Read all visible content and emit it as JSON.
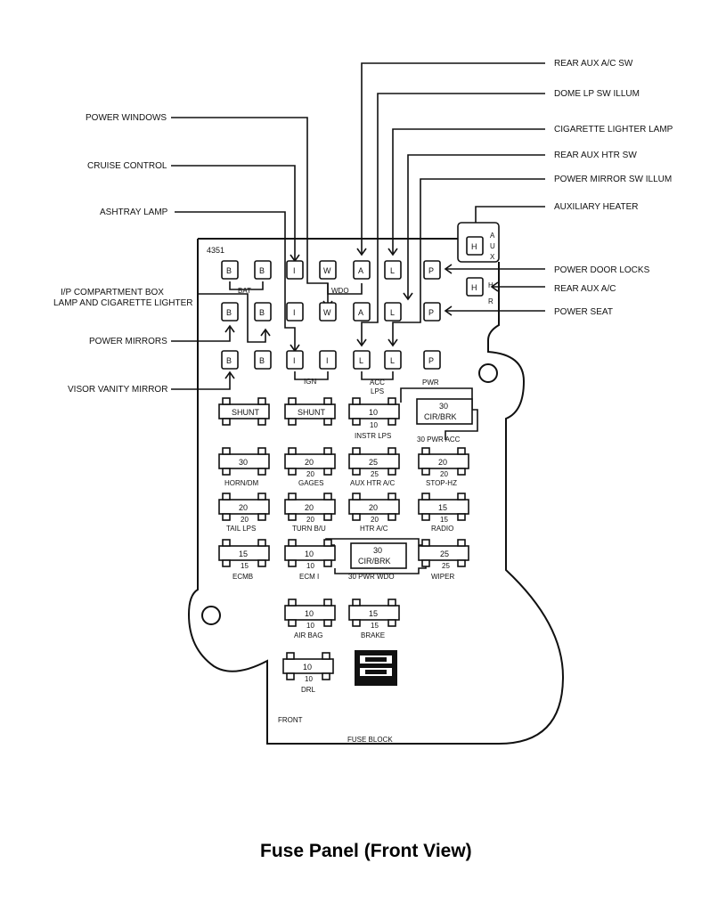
{
  "panel_id": "4351",
  "caption": "Fuse Panel (Front View)",
  "bottom": {
    "front": "FRONT",
    "fuse_block": "FUSE BLOCK"
  },
  "left_labels": {
    "power_windows": "POWER WINDOWS",
    "cruise_control": "CRUISE CONTROL",
    "ashtray_lamp": "ASHTRAY LAMP",
    "ip_compartment_1": "I/P COMPARTMENT BOX",
    "ip_compartment_2": "LAMP AND CIGARETTE LIGHTER",
    "power_mirrors": "POWER MIRRORS",
    "visor_vanity_mirror": "VISOR VANITY MIRROR"
  },
  "right_labels": {
    "rear_aux_ac_sw": "REAR AUX A/C SW",
    "dome_lp_sw_illum": "DOME LP SW ILLUM",
    "cigarette_lighter_lamp": "CIGARETTE LIGHTER LAMP",
    "rear_aux_htr_sw": "REAR AUX HTR SW",
    "power_mirror_sw_illum": "POWER MIRROR SW ILLUM",
    "auxiliary_heater": "AUXILIARY HEATER",
    "power_door_locks": "POWER DOOR LOCKS",
    "rear_aux_ac": "REAR AUX A/C",
    "power_seat": "POWER SEAT"
  },
  "connectors": {
    "b": "B",
    "i": "I",
    "w": "W",
    "a": "A",
    "l": "L",
    "p": "P",
    "h": "H"
  },
  "groups": {
    "bat": "BAT",
    "wdo": "WDO",
    "ign": "IGN",
    "acc": "ACC",
    "lps": "LPS",
    "pwr": "PWR",
    "aux_a": "A",
    "aux_u": "U",
    "aux_x": "X",
    "hr_r": "R"
  },
  "fuses": {
    "shunt1": "SHUNT",
    "shunt2": "SHUNT",
    "instr_val": "10",
    "instr_bot": "10",
    "instr_name": "INSTR LPS",
    "cb1_val": "30",
    "cb1_type": "CIR/BRK",
    "cb1_name": "30 PWR ACC",
    "horn_val": "30",
    "horn_name": "HORN/DM",
    "gages_val": "20",
    "gages_bot": "20",
    "gages_name": "GAGES",
    "auxhtr_val": "25",
    "auxhtr_bot": "25",
    "auxhtr_name": "AUX HTR A/C",
    "stop_val": "20",
    "stop_bot": "20",
    "stop_name": "STOP-HZ",
    "tail_val": "20",
    "tail_bot": "20",
    "tail_name": "TAIL LPS",
    "turn_val": "20",
    "turn_bot": "20",
    "turn_name": "TURN B/U",
    "htr_val": "20",
    "htr_bot": "20",
    "htr_name": "HTR A/C",
    "radio_val": "15",
    "radio_bot": "15",
    "radio_name": "RADIO",
    "ecmb_val": "15",
    "ecmb_bot": "15",
    "ecmb_name": "ECMB",
    "ecmi_val": "10",
    "ecmi_bot": "10",
    "ecmi_name": "ECM I",
    "cb2_val": "30",
    "cb2_type": "CIR/BRK",
    "cb2_name": "30 PWR WDO",
    "wiper_val": "25",
    "wiper_bot": "25",
    "wiper_name": "WIPER",
    "airbag_val": "10",
    "airbag_bot": "10",
    "airbag_name": "AIR BAG",
    "brake_val": "15",
    "brake_bot": "15",
    "brake_name": "BRAKE",
    "drl_val": "10",
    "drl_bot": "10",
    "drl_name": "DRL"
  }
}
